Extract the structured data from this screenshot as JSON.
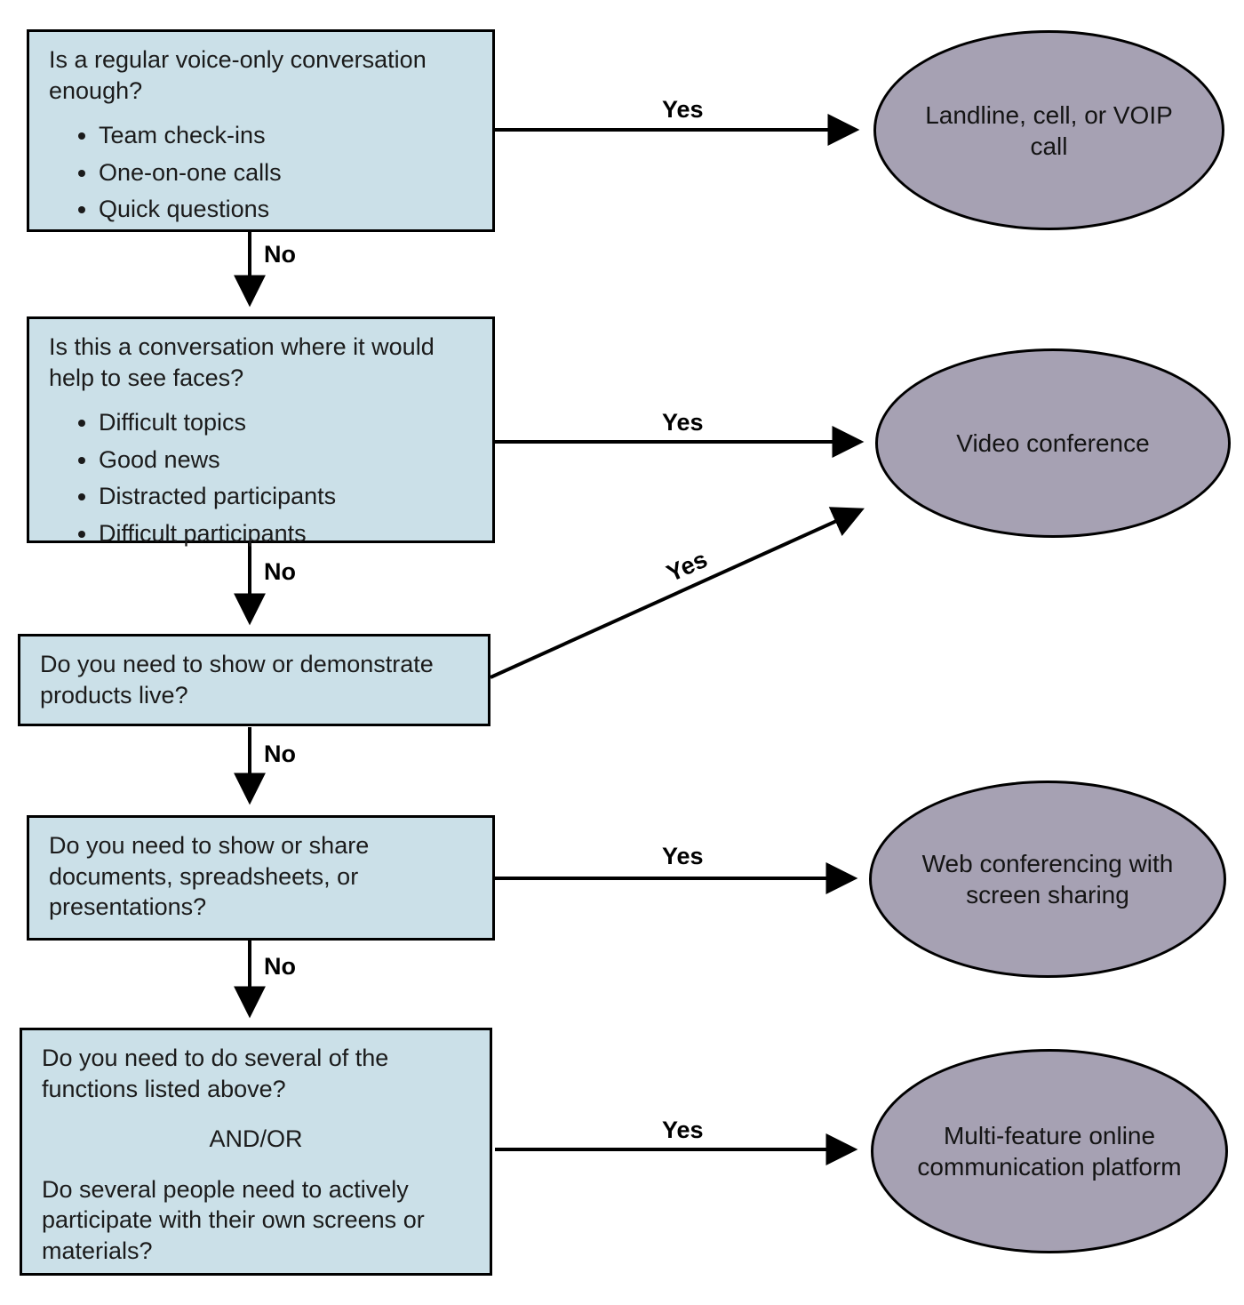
{
  "title": "Communication method decision flowchart",
  "labels": {
    "yes": "Yes",
    "no": "No"
  },
  "questions": {
    "q1": {
      "title": "Is a regular voice-only conversation enough?",
      "bullets": [
        "Team check-ins",
        "One-on-one calls",
        "Quick questions"
      ]
    },
    "q2": {
      "title": "Is this a conversation where it would help to see faces?",
      "bullets": [
        "Difficult topics",
        "Good news",
        "Distracted participants",
        "Difficult participants"
      ]
    },
    "q3": {
      "title": "Do you need to show or demonstrate products live?"
    },
    "q4": {
      "title": "Do you need to show or share documents, spreadsheets, or presentations?"
    },
    "q5": {
      "line1": "Do you need to do several of the functions listed above?",
      "connector": "AND/OR",
      "line2": "Do several people need to actively participate with their own screens or materials?"
    }
  },
  "outcomes": {
    "o1": "Landline, cell, or VOIP call",
    "o2": "Video conference",
    "o3": "Web conferencing with screen sharing",
    "o4": "Multi-feature online communication platform"
  },
  "colors": {
    "question_fill": "#cbe0e8",
    "outcome_fill": "#a6a1b3",
    "stroke": "#000000"
  }
}
